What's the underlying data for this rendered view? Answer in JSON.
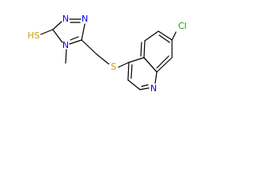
{
  "molecule": {
    "colors": {
      "bond": "#000000",
      "carbon": "#000000",
      "nitrogen": "#0000ff",
      "sulfur": "#c8a000",
      "chlorine": "#1a9a1a"
    },
    "atoms": {
      "thiol_s": {
        "label": "HS",
        "element": "sulfur"
      },
      "triazole_n1": {
        "label": "N",
        "element": "nitrogen"
      },
      "triazole_n2": {
        "label": "N",
        "element": "nitrogen"
      },
      "triazole_n4": {
        "label": "N",
        "element": "nitrogen"
      },
      "methyl_c": {
        "label": "",
        "element": "carbon"
      },
      "thioether_s": {
        "label": "S",
        "element": "sulfur"
      },
      "quinoline_n": {
        "label": "N",
        "element": "nitrogen"
      },
      "chlorine": {
        "label": "Cl",
        "element": "chlorine"
      }
    }
  }
}
